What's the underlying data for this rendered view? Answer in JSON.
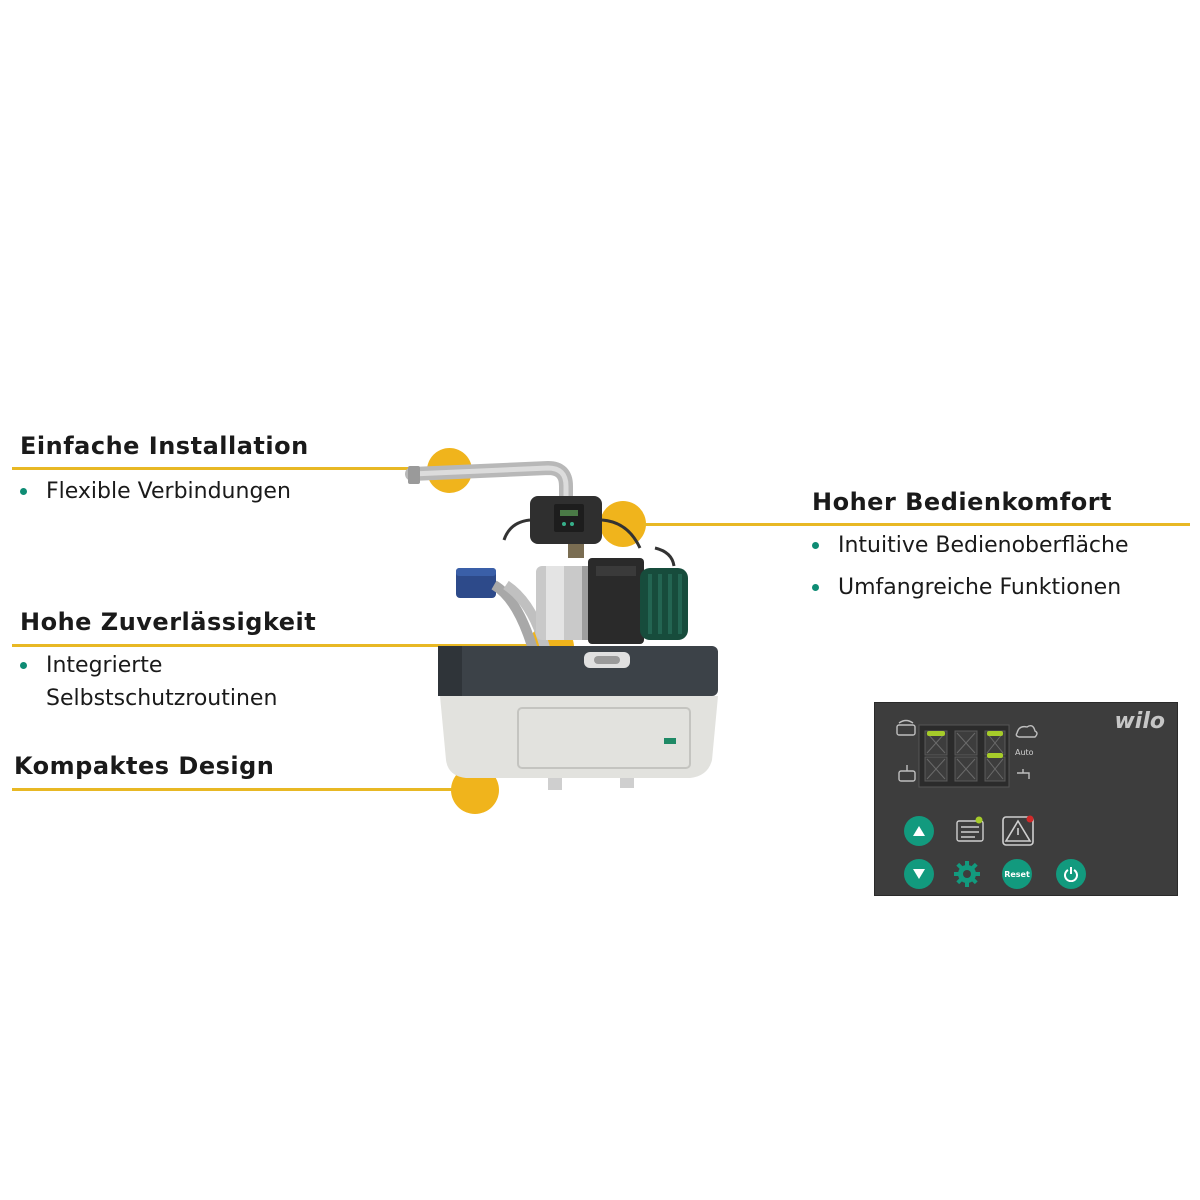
{
  "features": {
    "installation": {
      "heading": "Einfache Installation",
      "bullets": [
        "Flexible Verbindungen"
      ]
    },
    "reliability": {
      "heading": "Hohe Zuverlässigkeit",
      "bullets": [
        "Integrierte",
        "Selbstschutzroutinen"
      ]
    },
    "design": {
      "heading": "Kompaktes Design"
    },
    "comfort": {
      "heading": "Hoher Bedienkomfort",
      "bullets": [
        "Intuitive Bedienoberfläche",
        "Umfangreiche Funktionen"
      ]
    }
  },
  "control_panel": {
    "brand": "wilo",
    "auto_label": "Auto",
    "buttons": {
      "up": "up-arrow",
      "down": "down-arrow",
      "settings": "gear",
      "reset": "Reset",
      "power": "power"
    }
  },
  "colors": {
    "accent_yellow": "#f0b41c",
    "bullet_teal": "#0e8c74",
    "panel_bg": "#3d3d3d",
    "button_green": "#129a7e",
    "led_green": "#a6cc2a"
  }
}
